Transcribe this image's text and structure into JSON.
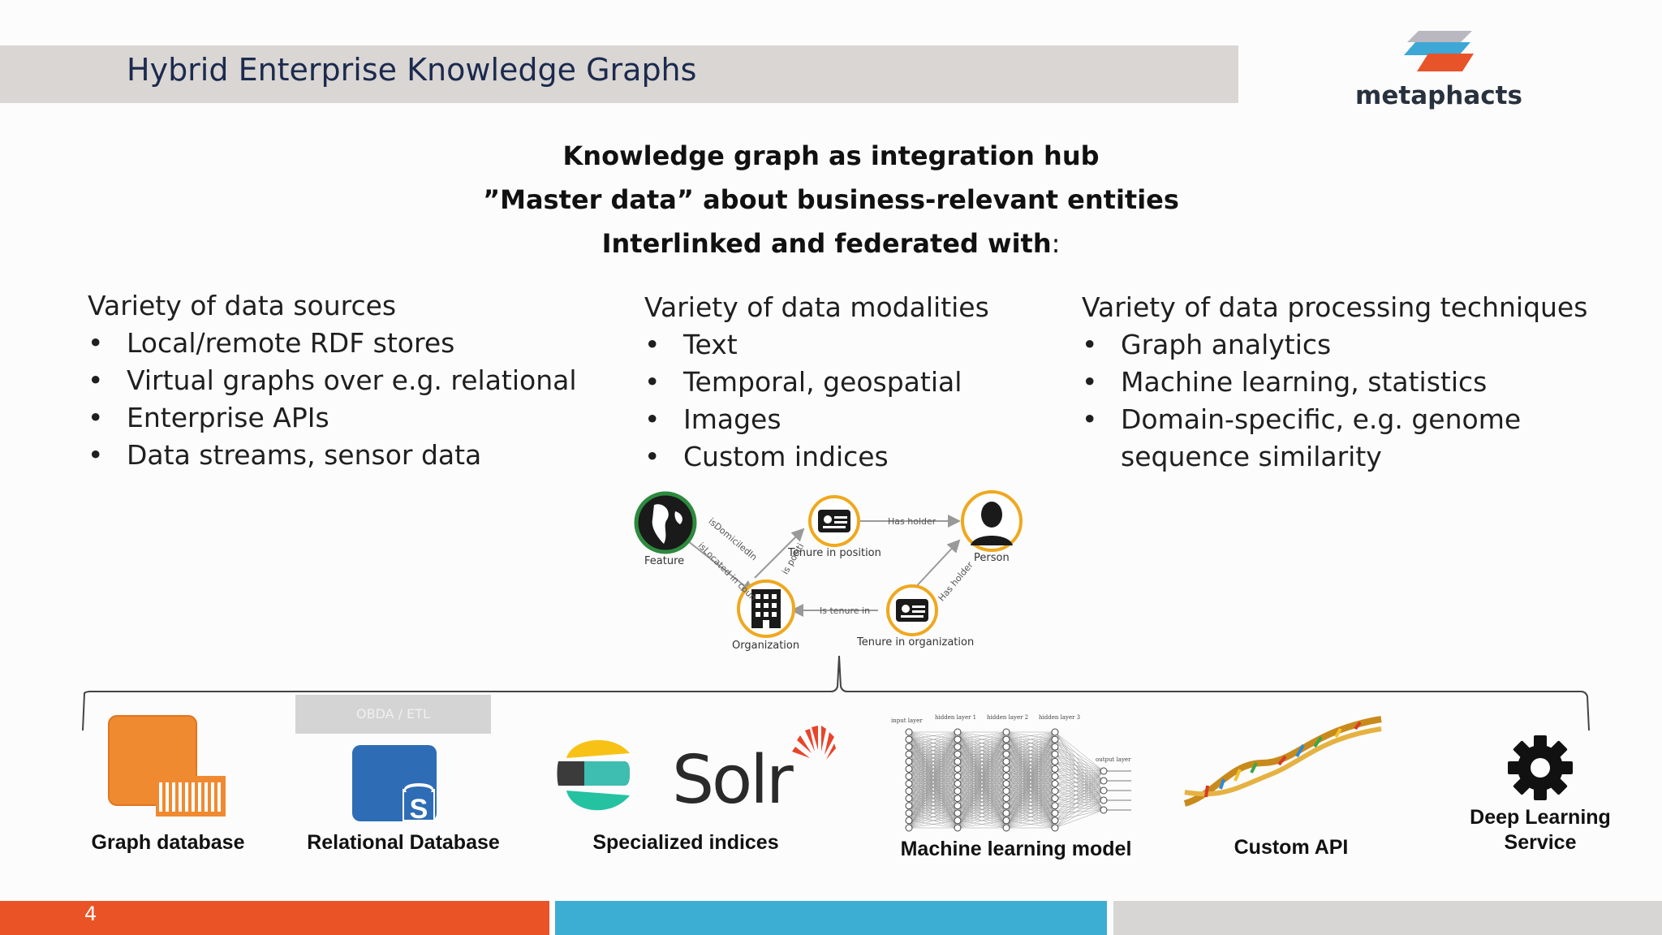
{
  "header": {
    "title": "Hybrid Enterprise Knowledge Graphs",
    "logo_text": "metaphacts"
  },
  "hub": {
    "line1": "Knowledge graph as integration hub",
    "line2": "”Master data” about business-relevant entities",
    "line3": "Interlinked and federated with",
    "line3_suffix": ":"
  },
  "columns": {
    "sources": {
      "heading": "Variety of data sources",
      "items": [
        "Local/remote RDF stores",
        "Virtual graphs over e.g. relational",
        "Enterprise APIs",
        "Data streams, sensor data"
      ]
    },
    "modalities": {
      "heading": "Variety of data modalities",
      "items": [
        "Text",
        "Temporal, geospatial",
        "Images",
        "Custom indices"
      ]
    },
    "techniques": {
      "heading": "Variety of data processing techniques",
      "items": [
        "Graph analytics",
        "Machine learning, statistics",
        "Domain-specific, e.g. genome",
        "sequence similarity"
      ]
    },
    "bullet_glyph": "•"
  },
  "graph": {
    "nodes": {
      "feature": "Feature",
      "tenure_position": "Tenure in position",
      "person": "Person",
      "organization": "Organization",
      "tenure_org": "Tenure in organization"
    },
    "edges": {
      "has_holder_top": "Has holder",
      "has_holder_side": "Has holder",
      "is_tenure_in": "Is tenure in",
      "is_domiciled_in": "isDomiciledIn",
      "is_located_in": "isLocated in coun",
      "is_position": "is positi"
    }
  },
  "tools": {
    "obda_label": "OBDA / ETL",
    "graph_db": "Graph database",
    "relational_db": "Relational Database",
    "specialized_indices": "Specialized indices",
    "solr_text": "Solr",
    "ml_model": "Machine learning model",
    "ml_layers": [
      "input layer",
      "hidden layer 1",
      "hidden layer 2",
      "hidden layer 3",
      "output layer"
    ],
    "custom_api": "Custom API",
    "deep_learning": "Deep Learning Service"
  },
  "footer": {
    "page_number": "4"
  },
  "colors": {
    "title_band": "#d9d6d3",
    "title_text": "#1c2a4e",
    "footer_orange": "#ea5326",
    "footer_blue": "#3cadd3",
    "footer_grey": "#d8d6d5",
    "aws_orange": "#f08a31",
    "aws_blue": "#2e6db5"
  }
}
